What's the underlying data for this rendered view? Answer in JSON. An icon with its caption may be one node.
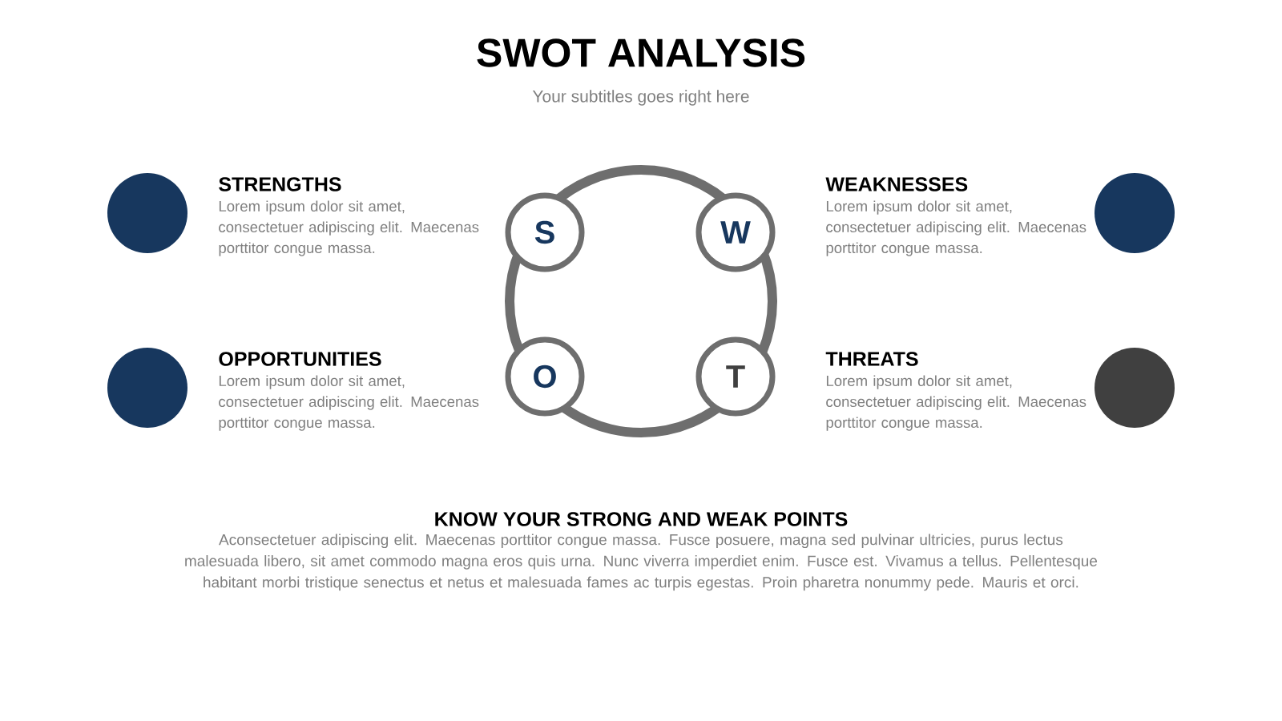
{
  "diagram": {
    "title": "SWOT ANALYSIS",
    "nodes": [
      {
        "text": [],
        "shape": "circle"
      },
      {
        "text": [
          "S"
        ]
      },
      {
        "text": [
          "W"
        ]
      },
      {
        "text": [],
        "shape": "circle"
      },
      {
        "text": [],
        "shape": "circle"
      },
      {
        "text": [
          "O"
        ]
      },
      {
        "text": [
          "T"
        ]
      },
      {
        "text": [],
        "shape": "circle"
      }
    ],
    "labels": [
      "Your subtitles goes right here",
      "STRENGTHS",
      "Lorem ipsum dolor sit amet, consectetuer adipiscing elit. Maecenas porttitor congue massa.",
      "WEAKNESSES",
      "Lorem ipsum dolor sit amet, consectetuer adipiscing elit. Maecenas porttitor congue massa.",
      "OPPORTUNITIES",
      "Lorem ipsum dolor sit amet, consectetuer adipiscing elit. Maecenas porttitor congue massa.",
      "THREATS",
      "Lorem ipsum dolor sit amet, consectetuer adipiscing elit. Maecenas porttitor congue massa.",
      "KNOW YOUR STRONG AND WEAK POINTS",
      "Aconsectetuer adipiscing elit. Maecenas porttitor congue massa. Fusce posuere, magna sed pulvinar ultricies, purus lectus malesuada libero, sit amet commodo magna eros quis urna. Nunc viverra imperdiet enim. Fusce est. Vivamus a tellus. Pellentesque habitant morbi tristique senectus et netus et malesuada fames ac turpis egestas. Proin pharetra nonummy pede. Mauris et orci."
    ]
  }
}
